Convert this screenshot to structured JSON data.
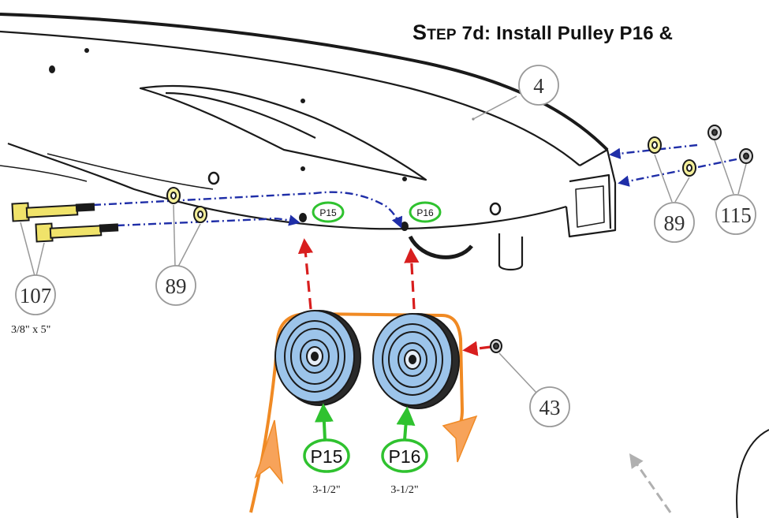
{
  "title": {
    "step_word": "Step",
    "step_number": "7d:",
    "text": "Install Pulley P16 &"
  },
  "callouts": {
    "frame": "4",
    "bolt": "107",
    "bolt_size": "3/8\" x 5\"",
    "washer_left": "89",
    "washer_right": "89",
    "nut_right": "115",
    "nut_pulley": "43"
  },
  "hole_labels": {
    "left": "P15",
    "right": "P16"
  },
  "pulleys": [
    {
      "label": "P15",
      "size": "3-1/2\""
    },
    {
      "label": "P16",
      "size": "3-1/2\""
    }
  ],
  "colors": {
    "pulley_fill": "#9cc4ea",
    "pulley_stroke": "#1a1a1a",
    "belt": "#f08a24",
    "label_ring": "#2fc22f",
    "arrow_blue": "#1f2ea8",
    "arrow_red": "#d81e1e",
    "bolt_yellow": "#f0e36a",
    "washer_yellow": "#f4ef9a"
  }
}
